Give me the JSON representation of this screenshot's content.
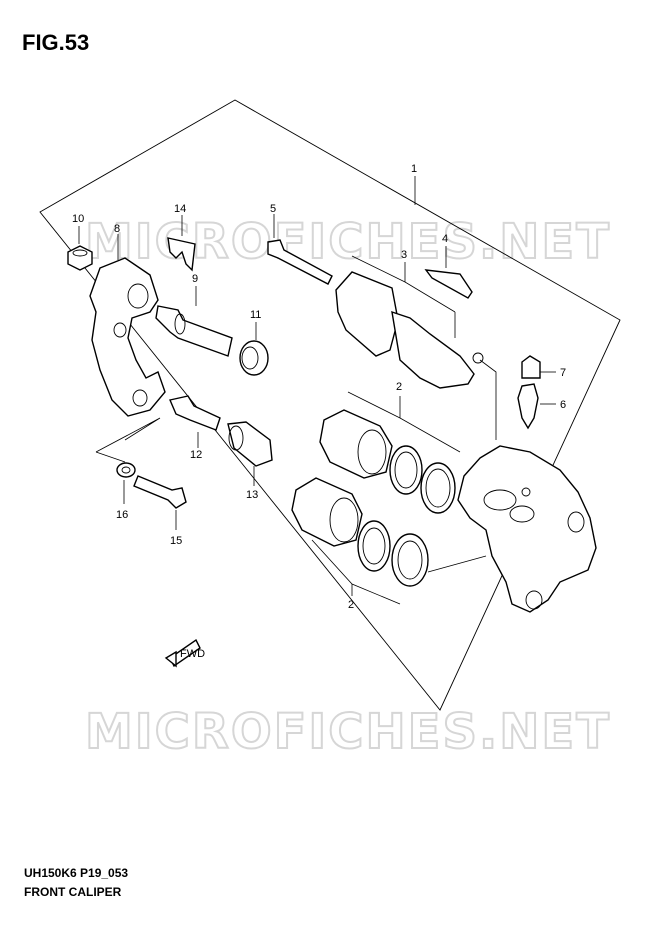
{
  "figure_title": "FIG.53",
  "diagram_code": "UH150K6 P19_053",
  "diagram_name": "FRONT CALIPER",
  "watermark": "MICROFICHES.NET",
  "fwd_label": "FWD",
  "callouts": [
    "1",
    "2",
    "2",
    "3",
    "4",
    "5",
    "6",
    "7",
    "8",
    "9",
    "10",
    "11",
    "12",
    "13",
    "14",
    "15",
    "16"
  ]
}
